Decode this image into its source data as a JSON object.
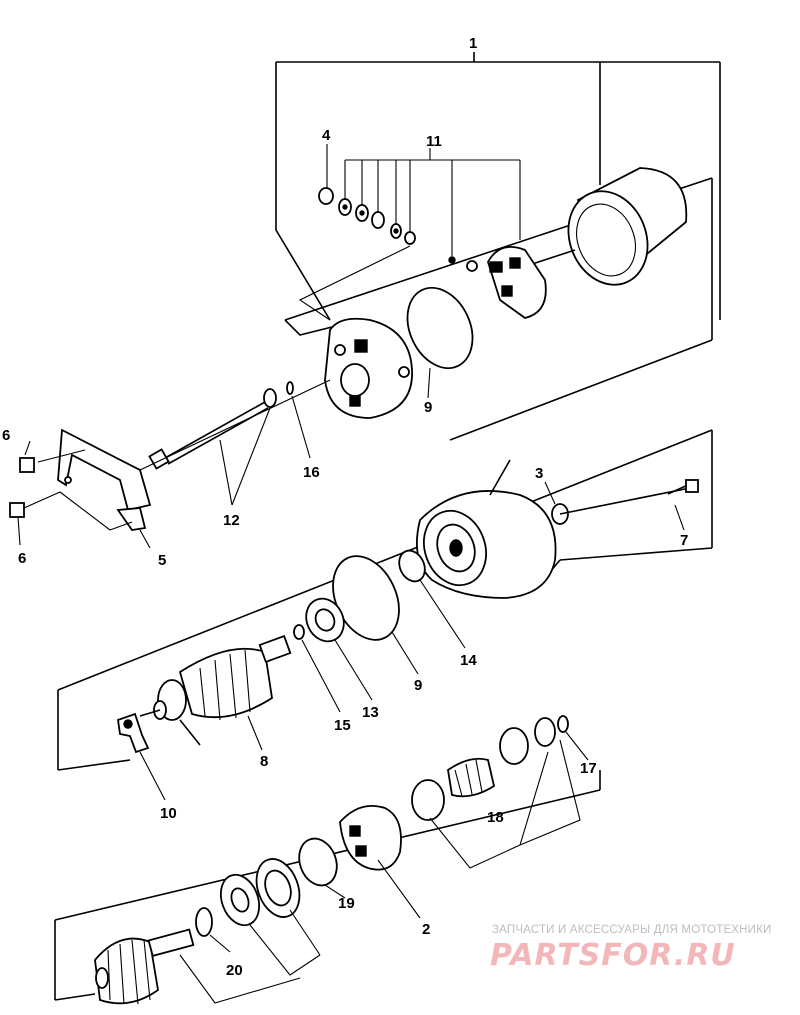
{
  "callouts": {
    "c1": "1",
    "c2": "2",
    "c3": "3",
    "c4": "4",
    "c5": "5",
    "c6a": "6",
    "c6b": "6",
    "c7": "7",
    "c8": "8",
    "c9a": "9",
    "c9b": "9",
    "c10": "10",
    "c11": "11",
    "c12": "12",
    "c13": "13",
    "c14": "14",
    "c15": "15",
    "c16": "16",
    "c17": "17",
    "c18": "18",
    "c19": "19",
    "c20": "20"
  },
  "watermark": {
    "tagline": "ЗАПЧАСТИ И АКСЕССУАРЫ ДЛЯ МОТОТЕХНИКИ",
    "logo": "PARTSFOR.RU"
  }
}
